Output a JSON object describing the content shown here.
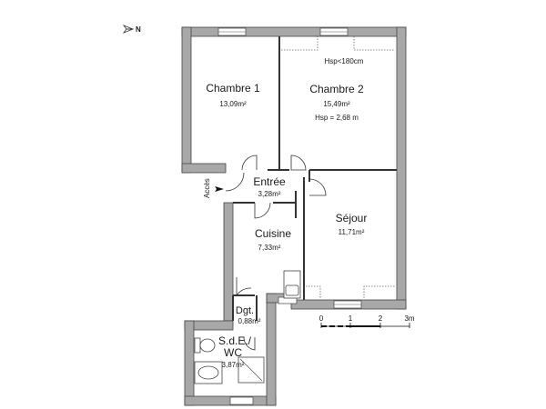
{
  "north_indicator": {
    "label": "N"
  },
  "access": {
    "label": "Accès"
  },
  "rooms": [
    {
      "id": "chambre1",
      "name": "Chambre 1",
      "area": "13,09m²"
    },
    {
      "id": "chambre2",
      "name": "Chambre 2",
      "area": "15,49m²",
      "note_top": "Hsp<180cm",
      "note_bottom": "Hsp = 2,68 m"
    },
    {
      "id": "entree",
      "name": "Entrée",
      "area": "3,28m²"
    },
    {
      "id": "cuisine",
      "name": "Cuisine",
      "area": "7,33m²"
    },
    {
      "id": "sejour",
      "name": "Séjour",
      "area": "11,71m²"
    },
    {
      "id": "dgt",
      "name": "Dgt.",
      "area": "0,88m²"
    },
    {
      "id": "sde",
      "name": "S.d.E./",
      "name2": "WC",
      "area": "3,87m²"
    }
  ],
  "scale_bar": {
    "labels": [
      "0",
      "1",
      "2",
      "3m"
    ]
  },
  "colors": {
    "wall": "#a8a8a8",
    "line": "#333333",
    "background": "#ffffff"
  }
}
